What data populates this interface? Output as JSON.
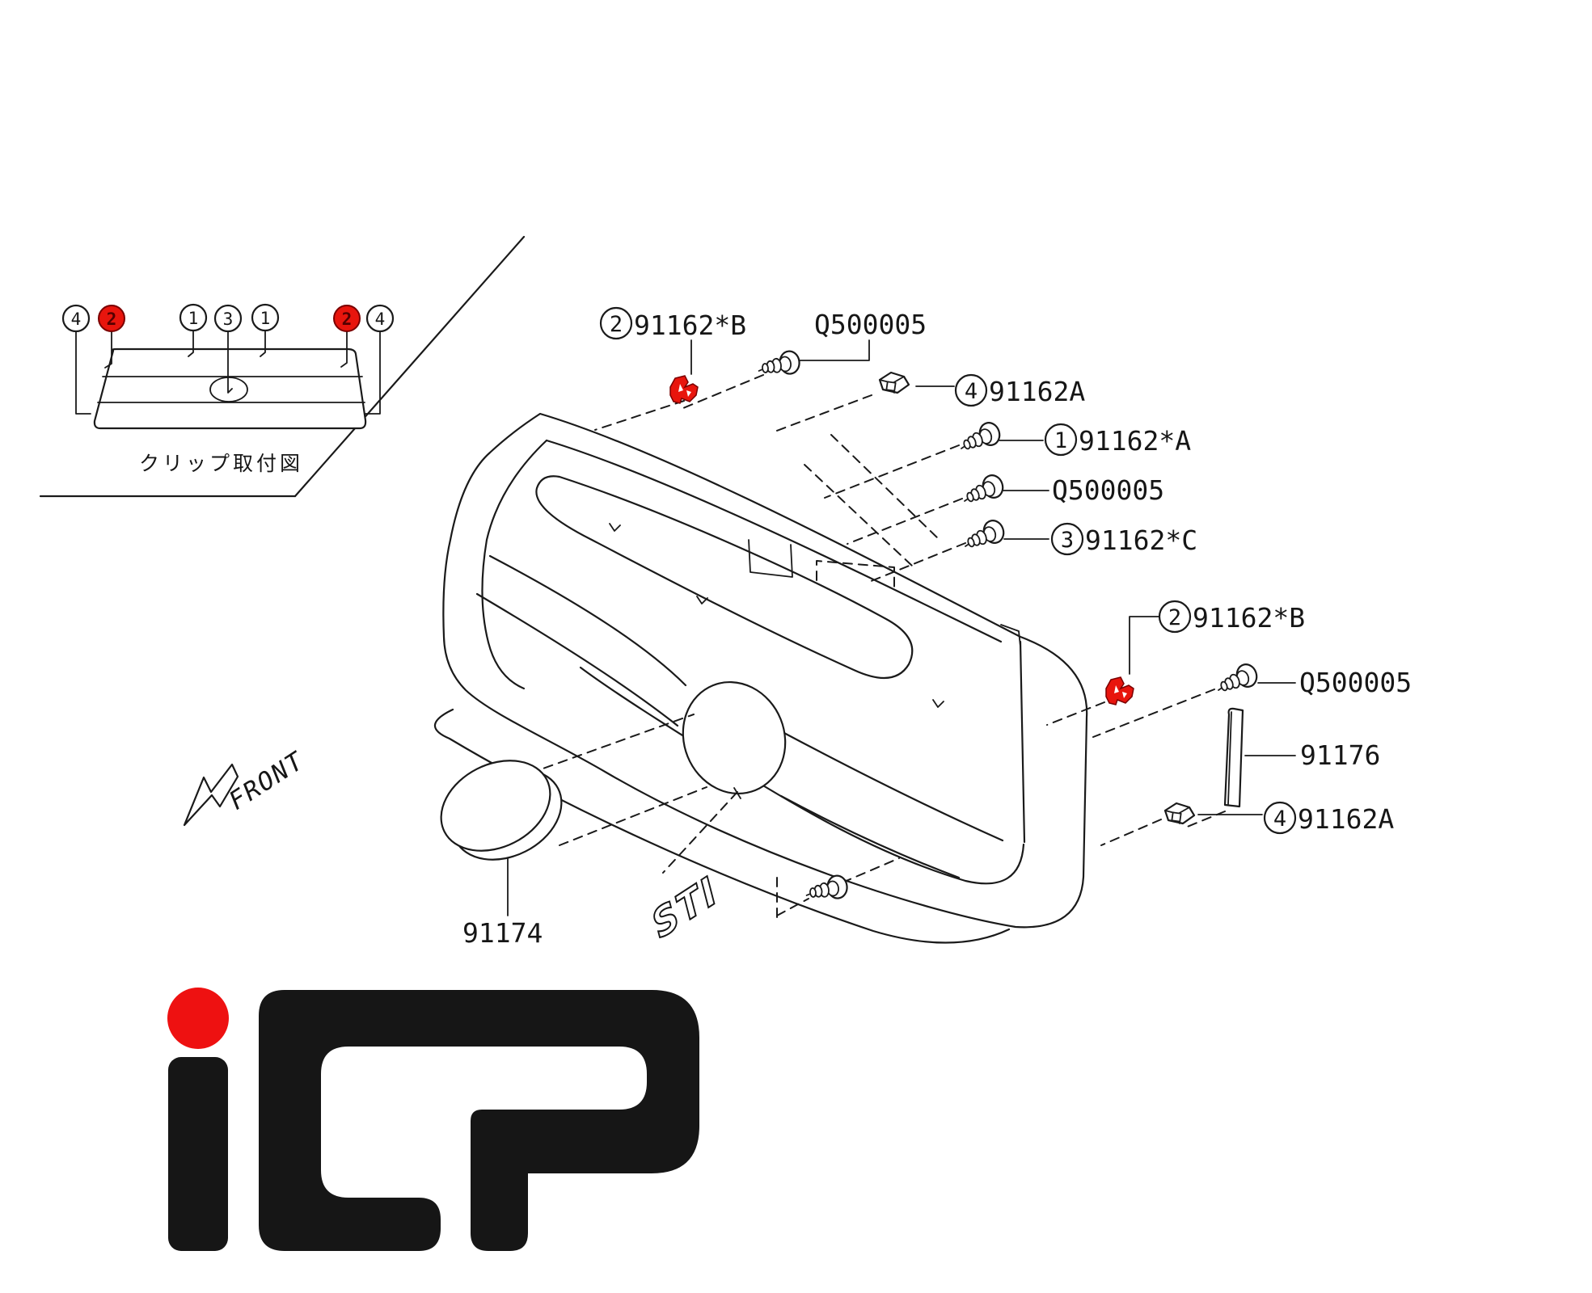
{
  "inset": {
    "callouts": [
      "4",
      "2",
      "1",
      "3",
      "1",
      "2",
      "4"
    ],
    "caption": "クリップ取付図"
  },
  "labels": [
    {
      "num": "2",
      "code": "91162*B"
    },
    {
      "code": "Q500005"
    },
    {
      "num": "4",
      "code": "91162A"
    },
    {
      "num": "1",
      "code": "91162*A"
    },
    {
      "code": "Q500005"
    },
    {
      "num": "3",
      "code": "91162*C"
    },
    {
      "num": "2",
      "code": "91162*B"
    },
    {
      "code": "Q500005"
    },
    {
      "code": "91176"
    },
    {
      "num": "4",
      "code": "91162A"
    },
    {
      "code": "91174"
    }
  ],
  "annotations": {
    "front": "FRONT",
    "sti": "STI"
  },
  "logo": {
    "brand": "iCP"
  },
  "colors": {
    "line": "#1a1a1a",
    "highlight": "#e8150d",
    "logo_black": "#161616",
    "logo_red": "#ee1111"
  }
}
